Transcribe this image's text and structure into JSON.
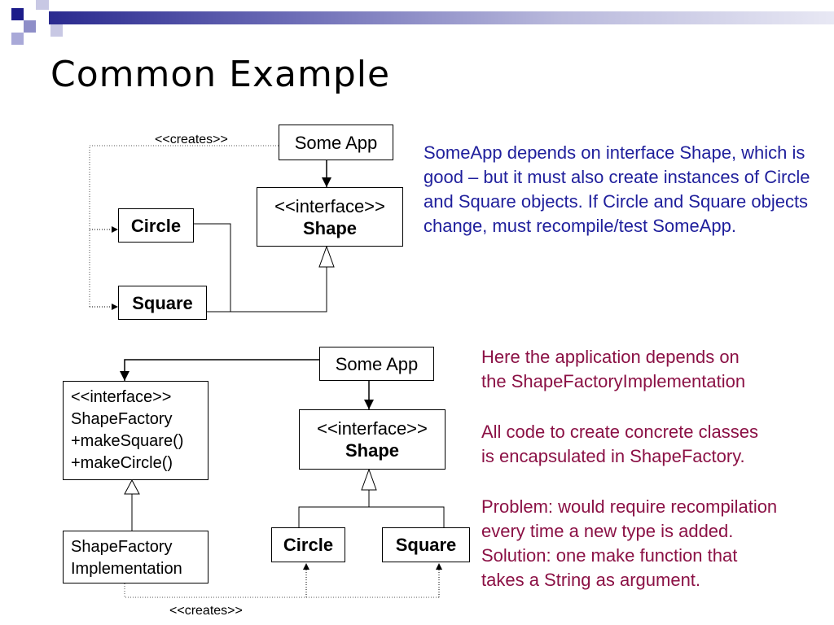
{
  "title": "Common Example",
  "top_diagram": {
    "creates_label": "<<creates>>",
    "someapp": "Some App",
    "interface_stereotype": "<<interface>>",
    "interface_name": "Shape",
    "circle": "Circle",
    "square": "Square"
  },
  "top_note": "SomeApp depends on interface Shape, which is good – but it must also create instances of Circle and Square objects. If Circle and Square objects change, must recompile/test SomeApp.",
  "bottom_diagram": {
    "someapp": "Some App",
    "factory_stereotype": "<<interface>>",
    "factory_name": "ShapeFactory",
    "factory_method1": "+makeSquare()",
    "factory_method2": "+makeCircle()",
    "impl_line1": "ShapeFactory",
    "impl_line2": "Implementation",
    "interface_stereotype": "<<interface>>",
    "interface_name": "Shape",
    "circle": "Circle",
    "square": "Square",
    "creates_label": "<<creates>>"
  },
  "bottom_notes": {
    "p1": "Here the application depends on\nthe ShapeFactoryImplementation",
    "p2": "All code to create concrete classes\nis encapsulated in ShapeFactory.",
    "p3": "Problem: would require recompilation\nevery time a new type is added.\nSolution: one make function that\ntakes a String as argument."
  },
  "colors": {
    "top_note": "#1f1f9c",
    "bottom_note": "#8b1145",
    "deco_dark": "#1c1c8a",
    "deco_mid": "#8e8ec8",
    "deco_light": "#c8c8e4"
  }
}
